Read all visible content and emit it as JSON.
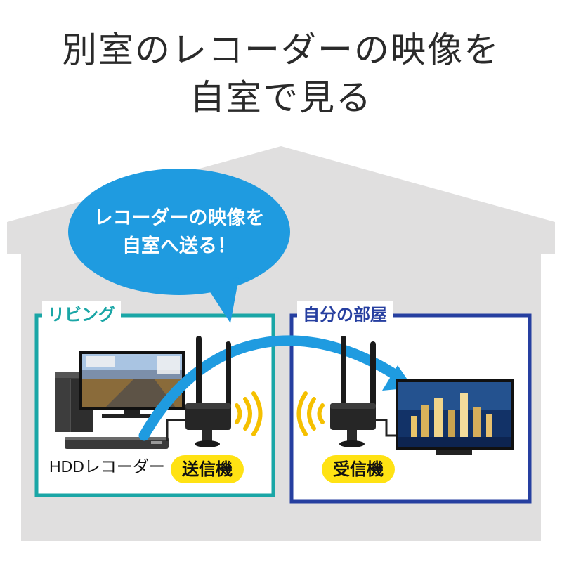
{
  "title": {
    "line1": "別室のレコーダーの映像を",
    "line2": "自室で見る"
  },
  "bubble": {
    "line1": "レコーダーの映像を",
    "line2": "自室へ送る！"
  },
  "rooms": {
    "living": {
      "label": "リビング",
      "color": "#1aa6a6"
    },
    "my_room": {
      "label": "自分の部屋",
      "color": "#263fa0"
    }
  },
  "devices": {
    "recorder_label": "HDDレコーダー",
    "transmitter_label": "送信機",
    "receiver_label": "受信機"
  },
  "colors": {
    "house": "#e0dfdf",
    "signal_arrow": "#1f9be0",
    "wave": "#f5c000",
    "pill": "#ffe213"
  },
  "icons": [
    "game-console-icon",
    "monitor-icon",
    "hdd-recorder-icon",
    "transmitter-icon",
    "receiver-icon",
    "tv-icon",
    "wireless-wave-icon",
    "signal-arrow-icon"
  ]
}
